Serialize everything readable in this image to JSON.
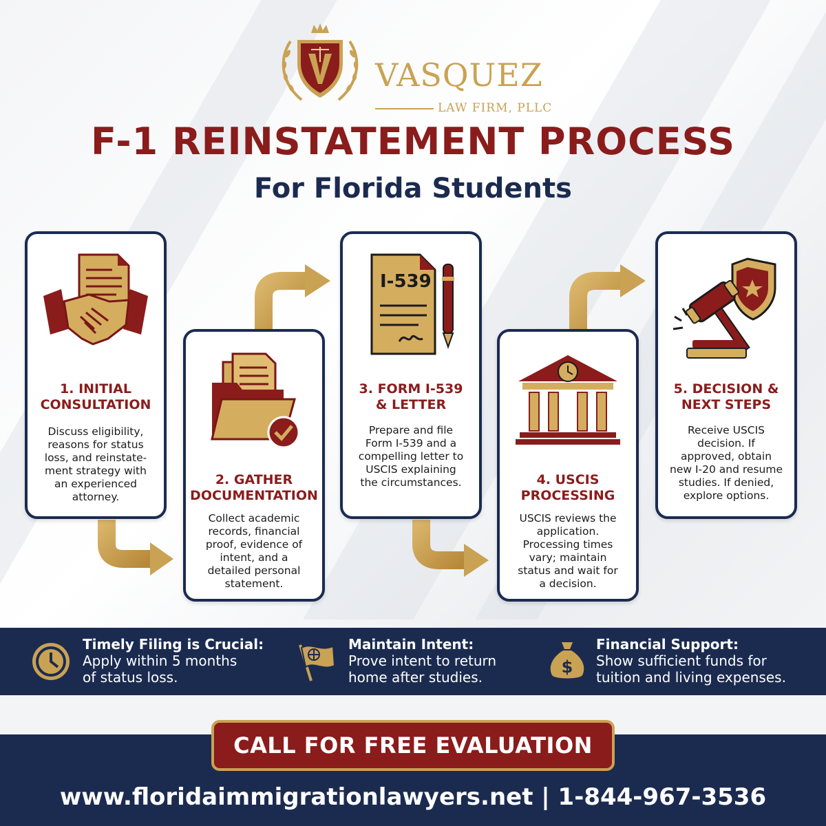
{
  "brand": {
    "name": "VASQUEZ",
    "subtitle": "LAW FIRM, PLLC",
    "colors": {
      "maroon": "#8a1c1c",
      "navy": "#1b2b50",
      "gold": "#c9a253"
    }
  },
  "header": {
    "title": "F-1 REINSTATEMENT PROCESS",
    "subtitle": "For Florida Students"
  },
  "steps": [
    {
      "icon": "handshake-document-icon",
      "title_l1": "1. INITIAL",
      "title_l2": "CONSULTATION",
      "desc": [
        "Discuss eligibility,",
        "reasons for status",
        "loss, and reinstate-",
        "ment strategy with",
        "an experienced",
        "attorney."
      ]
    },
    {
      "icon": "folder-check-icon",
      "title_l1": "2. GATHER",
      "title_l2": "DOCUMENTATION",
      "desc": [
        "Collect academic",
        "records, financial",
        "proof, evidence of",
        "intent, and a",
        "detailed personal",
        "statement."
      ]
    },
    {
      "icon": "form-pen-icon",
      "form_label": "I-539",
      "title_l1": "3. FORM I-539",
      "title_l2": "& LETTER",
      "desc": [
        "Prepare and file",
        "Form I-539 and a",
        "compelling letter to",
        "USCIS explaining",
        "the circumstances."
      ]
    },
    {
      "icon": "government-building-clock-icon",
      "title_l1": "4. USCIS",
      "title_l2": "PROCESSING",
      "desc": [
        "USCIS reviews the",
        "application.",
        "Processing times",
        "vary; maintain",
        "status and wait for",
        "a decision."
      ]
    },
    {
      "icon": "gavel-shield-icon",
      "title_l1": "5. DECISION &",
      "title_l2": "NEXT STEPS",
      "desc": [
        "Receive USCIS",
        "decision. If",
        "approved, obtain",
        "new I-20 and resume",
        "studies. If denied,",
        "explore options."
      ]
    }
  ],
  "tips": [
    {
      "icon": "clock-icon",
      "heading": "Timely Filing is Crucial:",
      "body": "Apply within 5 months\nof status loss."
    },
    {
      "icon": "flag-globe-icon",
      "heading": "Maintain Intent:",
      "body": "Prove intent to return\nhome after studies."
    },
    {
      "icon": "money-bag-icon",
      "heading": "Financial Support:",
      "body": "Show sufficient funds for\ntuition and living expenses."
    }
  ],
  "cta": {
    "label": "CALL FOR FREE EVALUATION"
  },
  "contact": {
    "text": "www.floridaimmigrationlawyers.net | 1-844-967-3536"
  }
}
